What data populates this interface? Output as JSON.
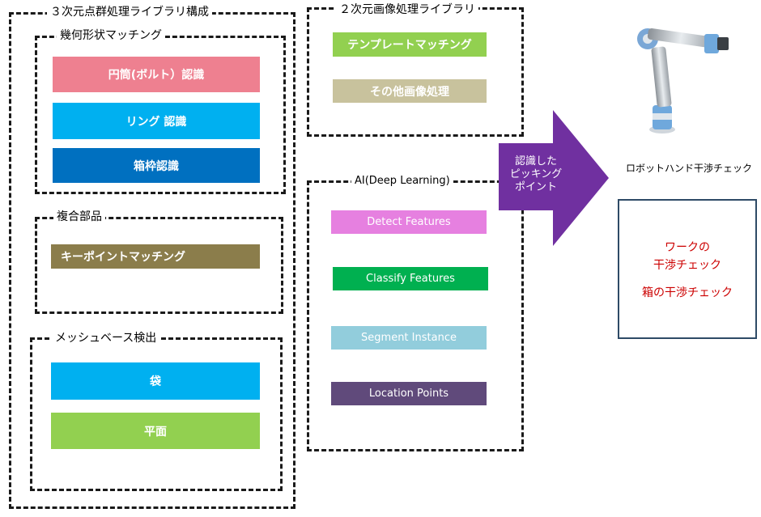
{
  "colors": {
    "cylinder": "#ee8090",
    "ring": "#00b0f0",
    "box_recognition": "#0070c0",
    "keypoint": "#8b7d4b",
    "bag": "#00b0f0",
    "plane": "#92d050",
    "template": "#92d050",
    "other_image": "#c8c29d",
    "detect": "#e680e0",
    "classify": "#00b050",
    "segment": "#92cddc",
    "location": "#604a7b",
    "arrow": "#7030a0",
    "check_text": "#cc0000"
  },
  "lib3d": {
    "title": "３次元点群処理ライブラリ構成",
    "geometric": {
      "title": "幾何形状マッチング",
      "items": [
        "円筒(ボルト）認識",
        "リング 認識",
        "箱枠認識"
      ]
    },
    "composite": {
      "title": "複合部品",
      "items": [
        "キーポイントマッチング"
      ]
    },
    "mesh": {
      "title": "メッシュベース検出",
      "items": [
        "袋",
        "平面"
      ]
    }
  },
  "lib2d": {
    "title": "２次元画像処理ライブラリ",
    "items": [
      "テンプレートマッチング",
      "その他画像処理"
    ]
  },
  "ai": {
    "title": "AI(Deep Learning)",
    "items": [
      "Detect Features",
      "Classify Features",
      "Segment Instance",
      "Location Points"
    ]
  },
  "arrow": {
    "lines": [
      "認識した",
      "ピッキング",
      "ポイント"
    ],
    "icon": "right-arrow"
  },
  "robot": {
    "icon": "robot-arm",
    "label": "ロボットハンド干渉チェック"
  },
  "check_box": {
    "line1": "ワークの",
    "line2": "干渉チェック",
    "line3": "箱の干渉チェック"
  }
}
